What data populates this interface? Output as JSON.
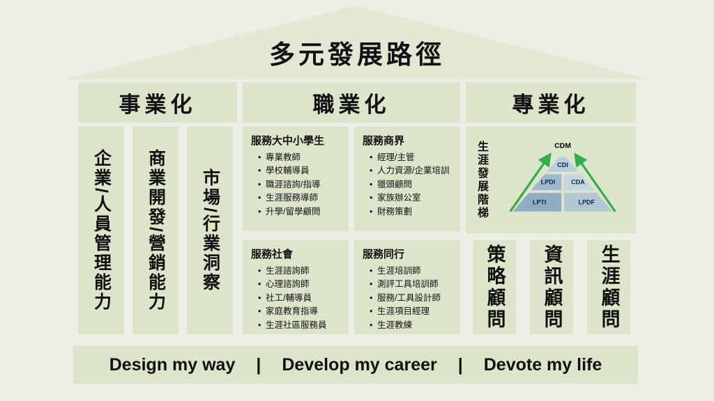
{
  "title": "多元發展路徑",
  "headers": {
    "left": "事業化",
    "middle": "職業化",
    "right": "專業化"
  },
  "left_column": {
    "items": [
      "企業/人員管理能力",
      "商業開發/營銷能力",
      "市場/行業洞察"
    ]
  },
  "middle": {
    "boxes": [
      {
        "title": "服務大中小學生",
        "bullets": [
          "專業教師",
          "學校輔導員",
          "職涯諮詢/指導",
          "生涯服務導師",
          "升學/留學顧問"
        ]
      },
      {
        "title": "服務商界",
        "bullets": [
          "經理/主管",
          "人力資源/企業培訓",
          "獵頭顧問",
          "家族辦公室",
          "財務策劃"
        ]
      },
      {
        "title": "服務社會",
        "bullets": [
          "生涯諮詢師",
          "心理諮詢師",
          "社工/輔導員",
          "家庭教育指導",
          "生涯社區服務員"
        ]
      },
      {
        "title": "服務同行",
        "bullets": [
          "生涯培訓師",
          "測評工具培訓師",
          "服務/工具設計師",
          "生涯項目經理",
          "生涯教練"
        ]
      }
    ]
  },
  "right": {
    "ladder_label": "生涯發展階梯",
    "pyramid": {
      "peak": "CDM",
      "level1": "CDI",
      "level2_left": "LPDI",
      "level2_right": "CDA",
      "level3_left": "LPTI",
      "level3_right": "LPDF"
    },
    "consultants": [
      "策略顧問",
      "資訊顧問",
      "生涯顧問"
    ]
  },
  "footer": {
    "parts": [
      "Design my way",
      "Develop my career",
      "Devote my life"
    ],
    "separator": "|"
  },
  "colors": {
    "background": "#edeee6",
    "roof": "#e2e8d4",
    "box": "#dce4c9",
    "arrow_green": "#2fae49",
    "pyramid_blues": [
      "#b5cddc",
      "#9db9cb",
      "#c6d6e1",
      "#8fadc2",
      "#b1c7d5"
    ]
  }
}
